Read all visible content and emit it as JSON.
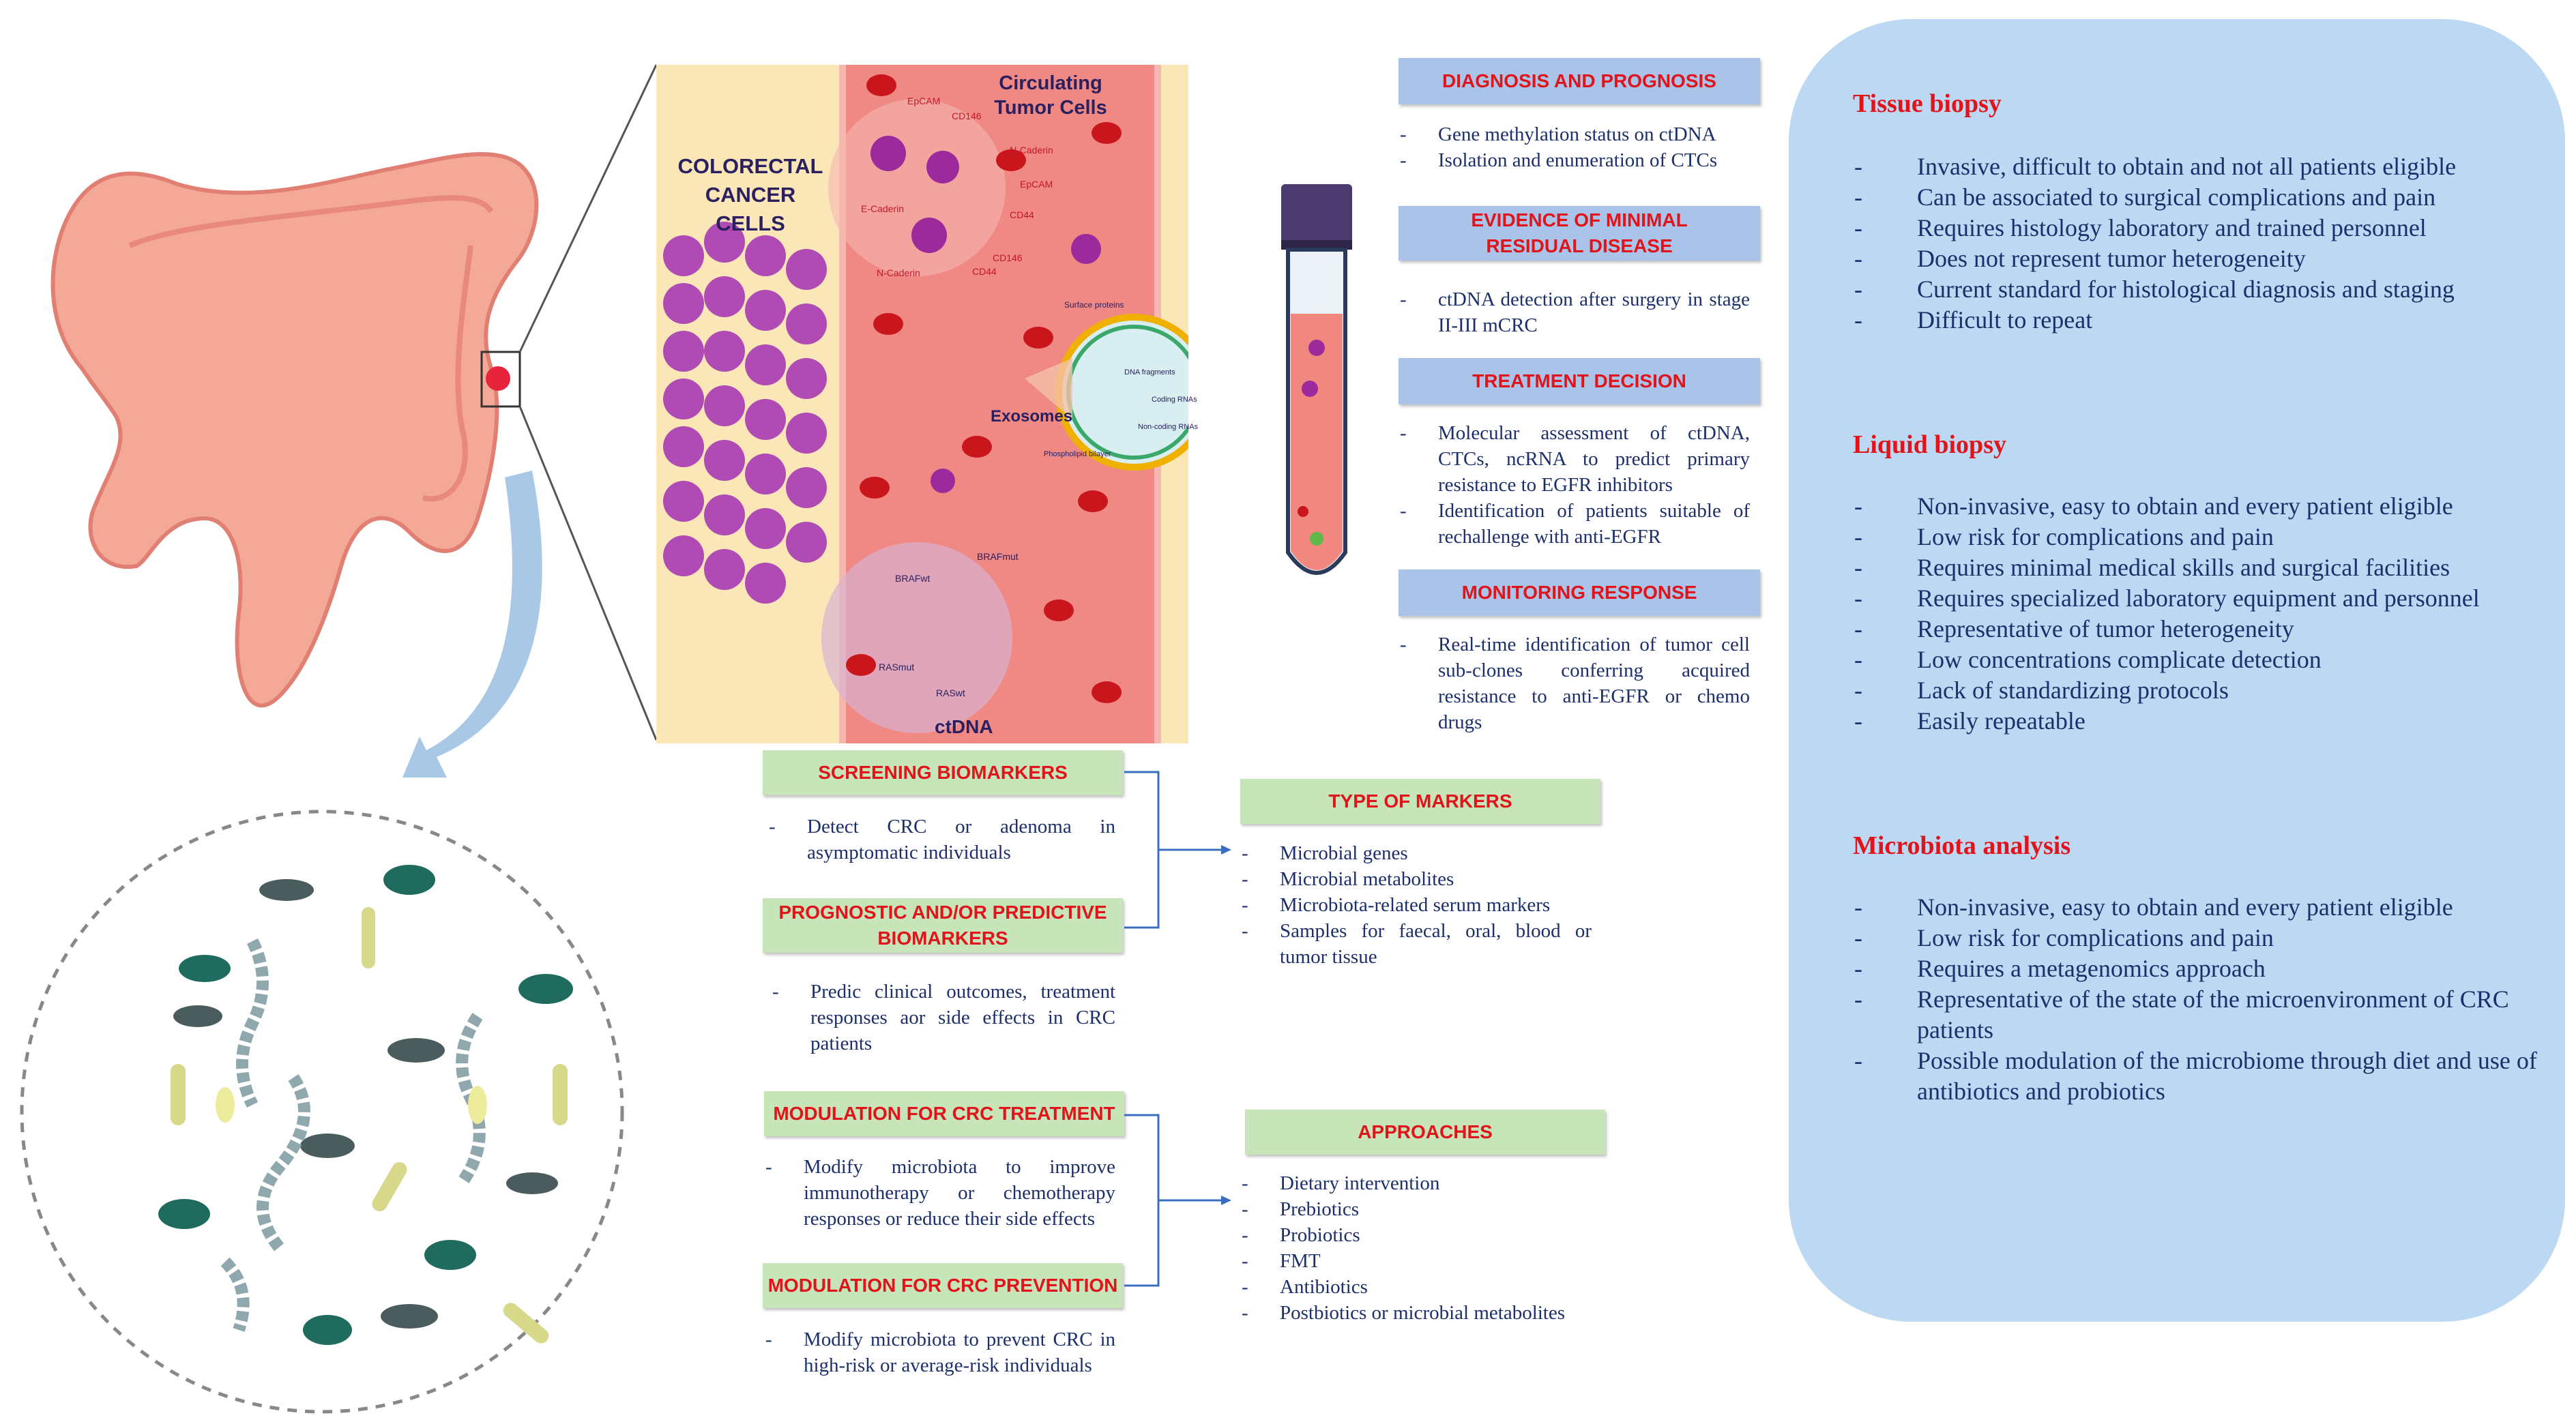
{
  "illustration": {
    "tumor_label_line1": "COLORECTAL",
    "tumor_label_line2": "CANCER CELLS",
    "ctc_label_line1": "Circulating",
    "ctc_label_line2": "Tumor Cells",
    "exosomes_label": "Exosomes",
    "ctdna_label": "ctDNA",
    "markers": [
      "EpCAM",
      "CD146",
      "N-Caderin",
      "EpCAM",
      "E-Caderin",
      "CD44",
      "CD146",
      "N-Caderin",
      "CD44"
    ],
    "surface_proteins": "Surface proteins",
    "dna_fragments": "DNA fragments",
    "coding_rnas": "Coding RNAs",
    "noncoding_rnas": "Non-coding RNAs",
    "phospholipid_bilayer": "Phospholipid bilayer",
    "braf_wt": "BRAFwt",
    "braf_mut": "BRAFmut",
    "ras_mut": "RASmut",
    "ras_wt": "RASwt"
  },
  "liquid_biopsy_uses": {
    "diagnosis": {
      "title": "DIAGNOSIS AND PROGNOSIS",
      "items": [
        "Gene methylation status on ctDNA",
        "Isolation and enumeration of CTCs"
      ]
    },
    "mrd": {
      "title_line1": "EVIDENCE OF MINIMAL",
      "title_line2": "RESIDUAL DISEASE",
      "items": [
        "ctDNA detection after surgery in stage II-III mCRC"
      ]
    },
    "treatment": {
      "title": "TREATMENT DECISION",
      "items": [
        "Molecular assessment of ctDNA, CTCs, ncRNA to predict primary resistance to EGFR inhibitors",
        "Identification of patients suitable of rechallenge with anti-EGFR"
      ]
    },
    "monitoring": {
      "title": "MONITORING RESPONSE",
      "items": [
        "Real-time identification of tumor cell sub-clones conferring acquired resistance to anti-EGFR or chemo drugs"
      ]
    }
  },
  "microbiota_uses": {
    "screening": {
      "title": "SCREENING BIOMARKERS",
      "items": [
        "Detect CRC or adenoma in asymptomatic individuals"
      ]
    },
    "prognostic": {
      "title_line1": "PROGNOSTIC AND/OR PREDICTIVE",
      "title_line2": "BIOMARKERS",
      "items": [
        "Predic clinical outcomes, treatment responses aor side effects in CRC patients"
      ]
    },
    "type_of_markers": {
      "title": "TYPE OF MARKERS",
      "items": [
        "Microbial genes",
        "Microbial metabolites",
        "Microbiota-related serum markers",
        "Samples for faecal, oral, blood or tumor tissue"
      ]
    },
    "modulation_treatment": {
      "title": "MODULATION FOR CRC TREATMENT",
      "items": [
        "Modify microbiota to improve immunotherapy or chemotherapy responses or reduce their side effects"
      ]
    },
    "modulation_prevention": {
      "title": "MODULATION FOR CRC PREVENTION",
      "items": [
        "Modify microbiota to prevent CRC in high-risk or average-risk individuals"
      ]
    },
    "approaches": {
      "title": "APPROACHES",
      "items": [
        "Dietary intervention",
        "Prebiotics",
        "Probiotics",
        "FMT",
        "Antibiotics",
        "Postbiotics or microbial metabolites"
      ]
    }
  },
  "comparison": {
    "tissue": {
      "title": "Tissue biopsy",
      "items": [
        "Invasive, difficult to obtain and not all patients eligible",
        "Can be associated to surgical complications and pain",
        "Requires histology laboratory and trained personnel",
        "Does not represent tumor heterogeneity",
        "Current standard for histological diagnosis and staging",
        "Difficult to repeat"
      ]
    },
    "liquid": {
      "title": "Liquid biopsy",
      "items": [
        "Non-invasive, easy to obtain and every patient eligible",
        "Low risk for complications and pain",
        "Requires minimal medical skills and surgical facilities",
        "Requires specialized laboratory equipment and personnel",
        "Representative of tumor heterogeneity",
        "Low concentrations complicate detection",
        "Lack of standardizing protocols",
        "Easily repeatable"
      ]
    },
    "microbiota": {
      "title": "Microbiota analysis",
      "items": [
        "Non-invasive, easy to obtain and every patient eligible",
        "Low risk for complications and pain",
        "Requires a metagenomics approach",
        "Representative of the state of the microenvironment of CRC patients",
        "Possible modulation of the microbiome through diet and use of antibiotics and probiotics"
      ]
    }
  },
  "colors": {
    "header_blue": "#a9c4e8",
    "header_green": "#c7e5b8",
    "title_red": "#e0141a",
    "text_navy": "#1c2f6b",
    "panel_blue": "#bcd8f2"
  }
}
